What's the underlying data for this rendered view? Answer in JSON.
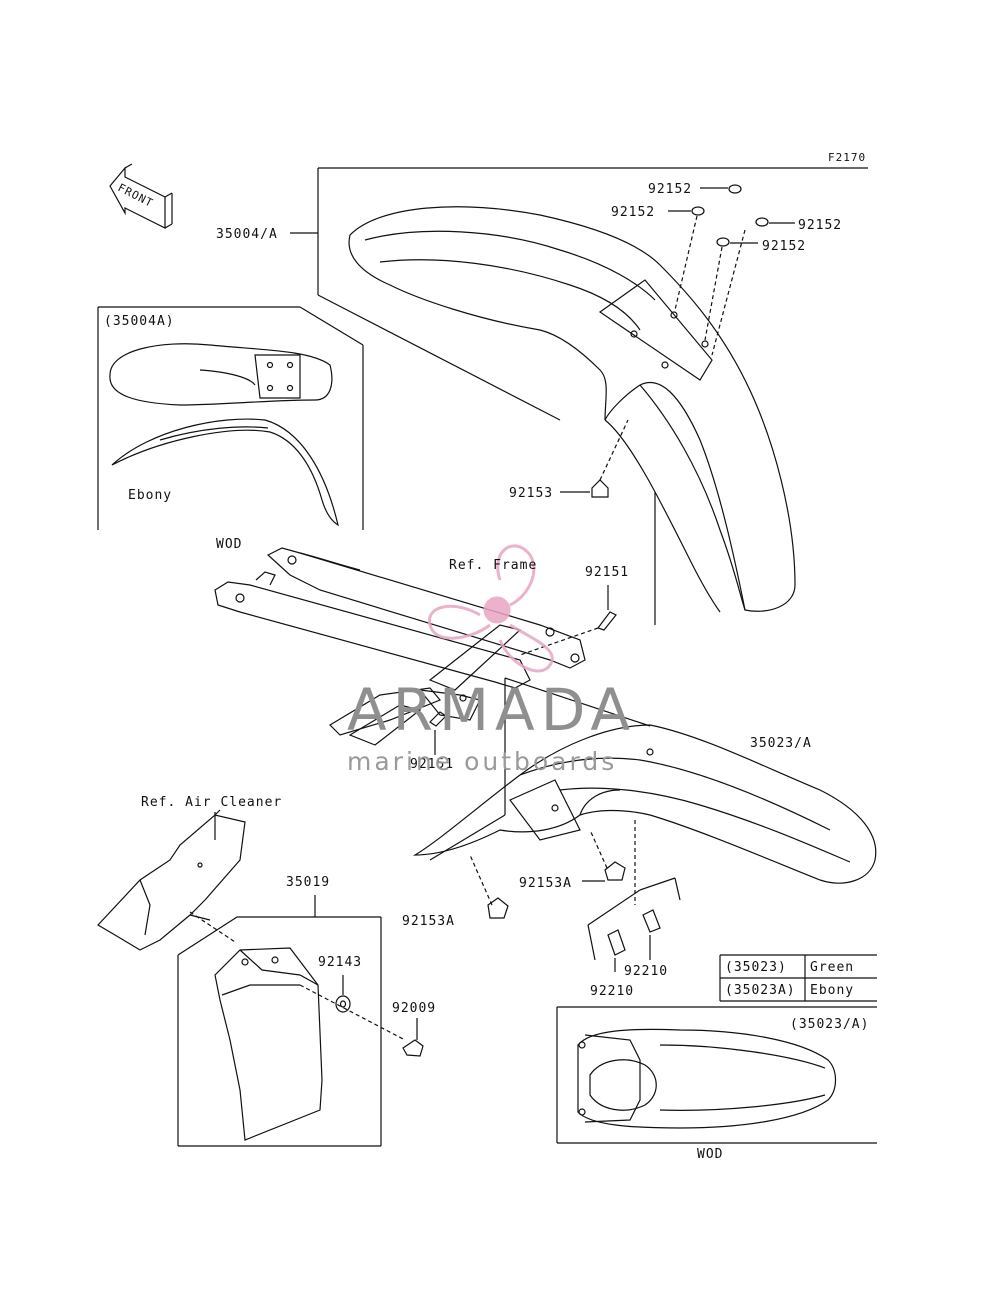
{
  "diagram": {
    "figure_code": "F2170",
    "direction_label": "FRONT",
    "colors": {
      "line": "#111111",
      "watermark_pink": "#e8a5c4",
      "watermark_gray": "#9a9a9a"
    },
    "parts": {
      "front_fender": "35004/A",
      "washer_1": "92152",
      "washer_2": "92152",
      "washer_3": "92152",
      "washer_4": "92152",
      "bolt_front": "92153",
      "bolt_frame": "92151",
      "bolt_lower": "92151",
      "rear_fender": "35023/A",
      "bolt_rear_a1": "92153A",
      "bolt_rear_a2": "92153A",
      "clip_1": "92210",
      "clip_2": "92210",
      "mud_flap": "35019",
      "washer_flap": "92143",
      "screw_flap": "92009"
    },
    "references": {
      "frame": "Ref. Frame",
      "air_cleaner": "Ref. Air Cleaner"
    },
    "labels": {
      "wod_upper": "WOD",
      "wod_lower": "WOD"
    },
    "inset_front": {
      "title": "(35004A)",
      "color": "Ebony"
    },
    "inset_rear": {
      "title": "(35023/A)"
    },
    "color_table": [
      {
        "code": "(35023)",
        "color": "Green"
      },
      {
        "code": "(35023A)",
        "color": "Ebony"
      }
    ],
    "watermark": {
      "brand": "ARMADA",
      "tagline": "marine outboards"
    }
  }
}
